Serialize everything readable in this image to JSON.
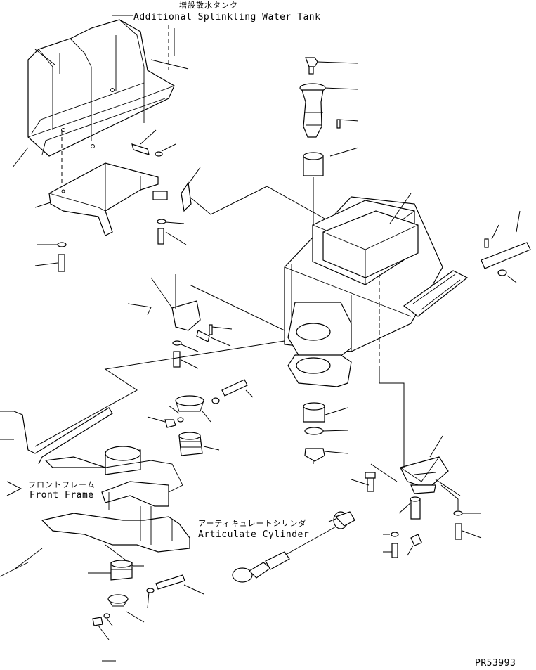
{
  "labels": {
    "water_tank_jp": "増設散水タンク",
    "water_tank_en": "Additional Splinkling Water Tank",
    "front_frame_jp": "フロントフレーム",
    "front_frame_en": "Front Frame",
    "cylinder_jp": "アーティキュレートシリンダ",
    "cylinder_en": "Articulate Cylinder",
    "drawing_code": "PR53993"
  },
  "colors": {
    "line": "#000000",
    "background": "#ffffff"
  }
}
